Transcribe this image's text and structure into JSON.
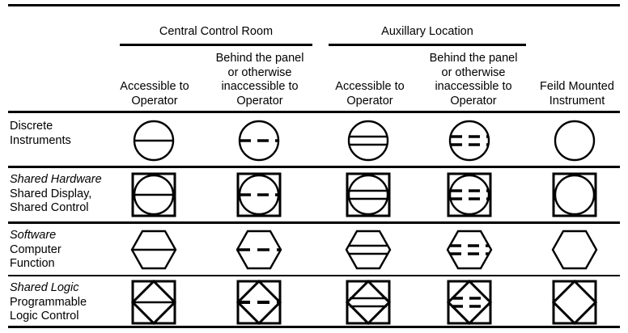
{
  "table": {
    "groups": [
      {
        "id": "central-control-room",
        "label": "Central Control Room"
      },
      {
        "id": "auxillary-location",
        "label": "Auxillary Location"
      }
    ],
    "columns": [
      {
        "id": "ccr-accessible",
        "line1": "Accessible to",
        "line2": "Operator",
        "line3": "",
        "line4": ""
      },
      {
        "id": "ccr-behind",
        "line1": "Behind the panel",
        "line2": "or otherwise",
        "line3": "inaccessible to",
        "line4": "Operator"
      },
      {
        "id": "aux-accessible",
        "line1": "Accessible to",
        "line2": "Operator",
        "line3": "",
        "line4": ""
      },
      {
        "id": "aux-behind",
        "line1": "Behind the panel",
        "line2": "or otherwise",
        "line3": "inaccessible to",
        "line4": "Operator"
      },
      {
        "id": "field-mounted",
        "line1": "Feild Mounted",
        "line2": "Instrument",
        "line3": "",
        "line4": ""
      }
    ],
    "rows": [
      {
        "id": "discrete-instruments",
        "label_italic": "",
        "label_lines": [
          "Discrete",
          "Instruments"
        ],
        "shape": "circle",
        "cells": [
          "solid",
          "dashed",
          "double",
          "double-dashed",
          "plain"
        ]
      },
      {
        "id": "shared-hardware",
        "label_italic": "Shared Hardware",
        "label_lines": [
          "Shared Display,",
          "Shared Control"
        ],
        "shape": "circle-in-square",
        "cells": [
          "solid",
          "dashed",
          "double",
          "double-dashed",
          "plain"
        ]
      },
      {
        "id": "software-computer-function",
        "label_italic": "Software",
        "label_lines": [
          "Computer",
          "Function"
        ],
        "shape": "hexagon",
        "cells": [
          "solid",
          "dashed",
          "double",
          "double-dashed",
          "plain"
        ]
      },
      {
        "id": "shared-logic",
        "label_italic": "Shared Logic",
        "label_lines": [
          "Programmable",
          "Logic  Control"
        ],
        "shape": "diamond-in-square",
        "cells": [
          "solid",
          "dashed",
          "double",
          "double-dashed",
          "plain"
        ]
      }
    ],
    "colors": {
      "ink": "#000000",
      "paper": "#ffffff"
    }
  }
}
